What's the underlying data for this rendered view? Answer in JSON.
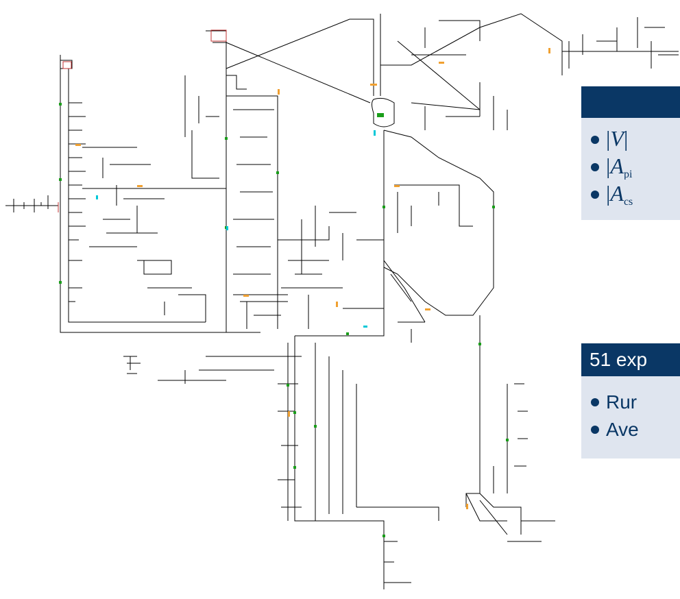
{
  "stats_block": {
    "header": "",
    "items": [
      {
        "symbol": "V",
        "sub": ""
      },
      {
        "symbol": "A",
        "sub": "pi"
      },
      {
        "symbol": "A",
        "sub": "cs"
      }
    ]
  },
  "experiments_block": {
    "header": "51 exp",
    "items": [
      "Rur",
      "Ave"
    ]
  },
  "colors": {
    "pipe": "#000000",
    "valve": "#1a9e1a",
    "resistor": "#f0a030",
    "short_pipe": "#00c8d8",
    "compressor": "#c03030",
    "block_header": "#0a3765",
    "block_body": "#dfe5ef"
  }
}
